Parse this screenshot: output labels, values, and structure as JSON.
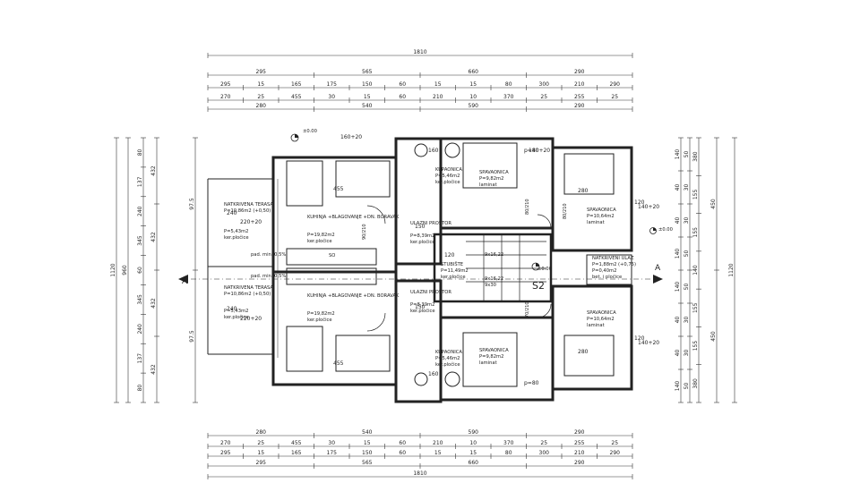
{
  "dimensions": {
    "top": [
      [
        "1810"
      ],
      [
        "295",
        "565",
        "660",
        "290"
      ],
      [
        "295",
        "15",
        "165",
        "175",
        "150",
        "60",
        "15",
        "15",
        "80",
        "300",
        "210",
        "290"
      ],
      [
        "270",
        "25",
        "455",
        "30",
        "15",
        "60",
        "210",
        "10",
        "370",
        "25",
        "255",
        "25"
      ],
      [
        "280",
        "540",
        "590",
        "290"
      ]
    ],
    "bottom": [
      [
        "280",
        "540",
        "590",
        "290"
      ],
      [
        "270",
        "25",
        "455",
        "30",
        "15",
        "60",
        "210",
        "10",
        "370",
        "25",
        "255",
        "25"
      ],
      [
        "295",
        "15",
        "165",
        "175",
        "150",
        "60",
        "15",
        "15",
        "80",
        "300",
        "210",
        "290"
      ],
      [
        "295",
        "565",
        "660",
        "290"
      ],
      [
        "1810"
      ]
    ],
    "left": [
      [
        "1120"
      ],
      [
        "960"
      ],
      [
        "80",
        "137",
        "240",
        "345",
        "60",
        "345",
        "240",
        "137",
        "80"
      ],
      [
        "432",
        "432",
        "432",
        "432"
      ],
      [
        "97.5",
        "97.5"
      ]
    ],
    "right": [
      [
        "1120"
      ],
      [
        "450",
        "450"
      ],
      [
        "380",
        "155",
        "155",
        "140",
        "155",
        "155",
        "380"
      ],
      [
        "50",
        "30",
        "30",
        "50",
        "50",
        "30",
        "30",
        "50"
      ],
      [
        "140",
        "40",
        "40",
        "140",
        "140",
        "40",
        "40",
        "140"
      ]
    ]
  },
  "rooms": {
    "terrace_top": {
      "name": "NATKRIVENA TERASA",
      "area": "P=10,86m2 (+0,50)",
      "area2": "P=5,43m2",
      "finish": "ker.pločice"
    },
    "terrace_bottom": {
      "name": "NATKRIVENA TERASA",
      "area": "P=10,86m2 (+0,50)",
      "area2": "P=5,43m2",
      "finish": "ker.pločice"
    },
    "kitchen_top": {
      "name": "KUHINJA +BLAGOVANJE +DN. BORAVAK",
      "area": "P=19,82m2",
      "finish": "ker.pločice"
    },
    "kitchen_bottom": {
      "name": "KUHINJA +BLAGOVANJE +DN. BORAVAK",
      "area": "P=19,82m2",
      "finish": "ker.pločice"
    },
    "bath_top": {
      "name": "KUPAONICA",
      "area": "P=5,46m2",
      "finish": "ker.pločice"
    },
    "bath_bottom": {
      "name": "KUPAONICA",
      "area": "P=5,46m2",
      "finish": "ker.pločice"
    },
    "bed_small_top": {
      "name": "SPAVAONICA",
      "area": "P=9,82m2",
      "finish": "laminat"
    },
    "bed_small_bottom": {
      "name": "SPAVAONICA",
      "area": "P=9,82m2",
      "finish": "laminat"
    },
    "bed_large_top": {
      "name": "SPAVAONICA",
      "area": "P=10,64m2",
      "finish": "laminat"
    },
    "bed_large_bottom": {
      "name": "SPAVAONICA",
      "area": "P=10,64m2",
      "finish": "laminat"
    },
    "entry_top": {
      "name": "ULAZNI PROSTOR",
      "area": "P=8,39m2",
      "finish": "ker.pločice"
    },
    "entry_bottom": {
      "name": "ULAZNI PROSTOR",
      "area": "P=8,39m2",
      "finish": "ker.pločice"
    },
    "stairs": {
      "name": "STUBIŠTE",
      "area": "P=11,49m2",
      "finish": "ker.pločice"
    },
    "porch": {
      "name": "NATKRIVENI ULAZ",
      "area": "P=1,88m2 (+0,75)",
      "area2": "P=0,40m2",
      "finish": "bet. i pločice"
    }
  },
  "labels": {
    "pad_top": "pad. min. 0,5%",
    "pad_bottom": "pad. min. 0,5%",
    "section_left": "A",
    "section_right": "A",
    "stair_code": "S2",
    "wardrobe": "SO",
    "door_dims": [
      "90/210",
      "80/210",
      "70/210",
      "80/210"
    ],
    "stair_top": "9x16,22",
    "stair_bottom": "9x16,22",
    "stair_tread": "9x30",
    "walls": [
      "280",
      "280",
      "240",
      "220+20",
      "240",
      "220+20",
      "455",
      "455",
      "120",
      "120",
      "120",
      "140+20",
      "140+20",
      "160",
      "160",
      "150",
      "150",
      "p=80",
      "p=80",
      "140+20",
      "160+20"
    ],
    "level_marks": [
      "±0.00",
      "±0.00",
      "±0.00"
    ]
  }
}
